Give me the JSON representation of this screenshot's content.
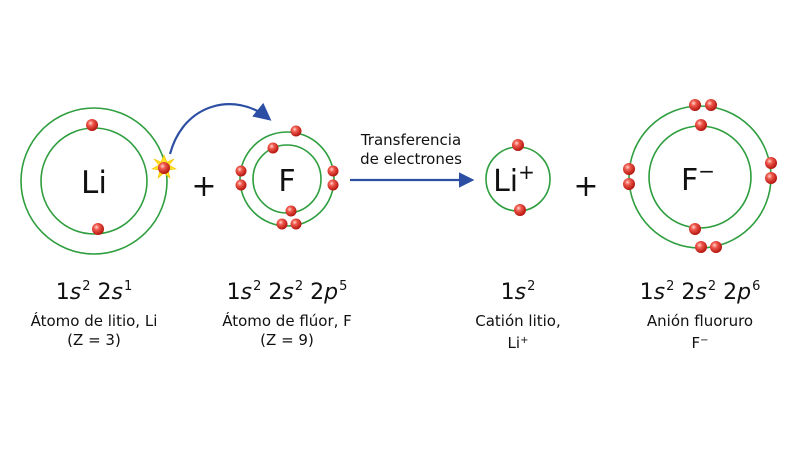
{
  "atoms": [
    {
      "symbol": "Li",
      "charge": "",
      "config": [
        [
          "1",
          "s",
          "2"
        ],
        [
          "2",
          "s",
          "1"
        ]
      ],
      "name": "Átomo de litio, Li",
      "detail": "(Z = 3)"
    },
    {
      "symbol": "F",
      "charge": "",
      "config": [
        [
          "1",
          "s",
          "2"
        ],
        [
          "2",
          "s",
          "2"
        ],
        [
          "2",
          "p",
          "5"
        ]
      ],
      "name": "Átomo de flúor, F",
      "detail": "(Z = 9)"
    },
    {
      "symbol": "Li",
      "charge": "+",
      "config": [
        [
          "1",
          "s",
          "2"
        ]
      ],
      "name": "Catión litio,",
      "detail": "Li"
    },
    {
      "symbol": "F",
      "charge": "−",
      "config": [
        [
          "1",
          "s",
          "2"
        ],
        [
          "2",
          "s",
          "2"
        ],
        [
          "2",
          "p",
          "6"
        ]
      ],
      "name": "Anión fluoruro",
      "detail": "F"
    }
  ],
  "plus_sign": "+",
  "transfer_label": [
    "Transferencia",
    "de electrones"
  ],
  "colors": {
    "orbit": "#2e9e3e",
    "electron": "#e8392f",
    "arrow": "#2d4fa3",
    "spark": "#ffe21f"
  }
}
